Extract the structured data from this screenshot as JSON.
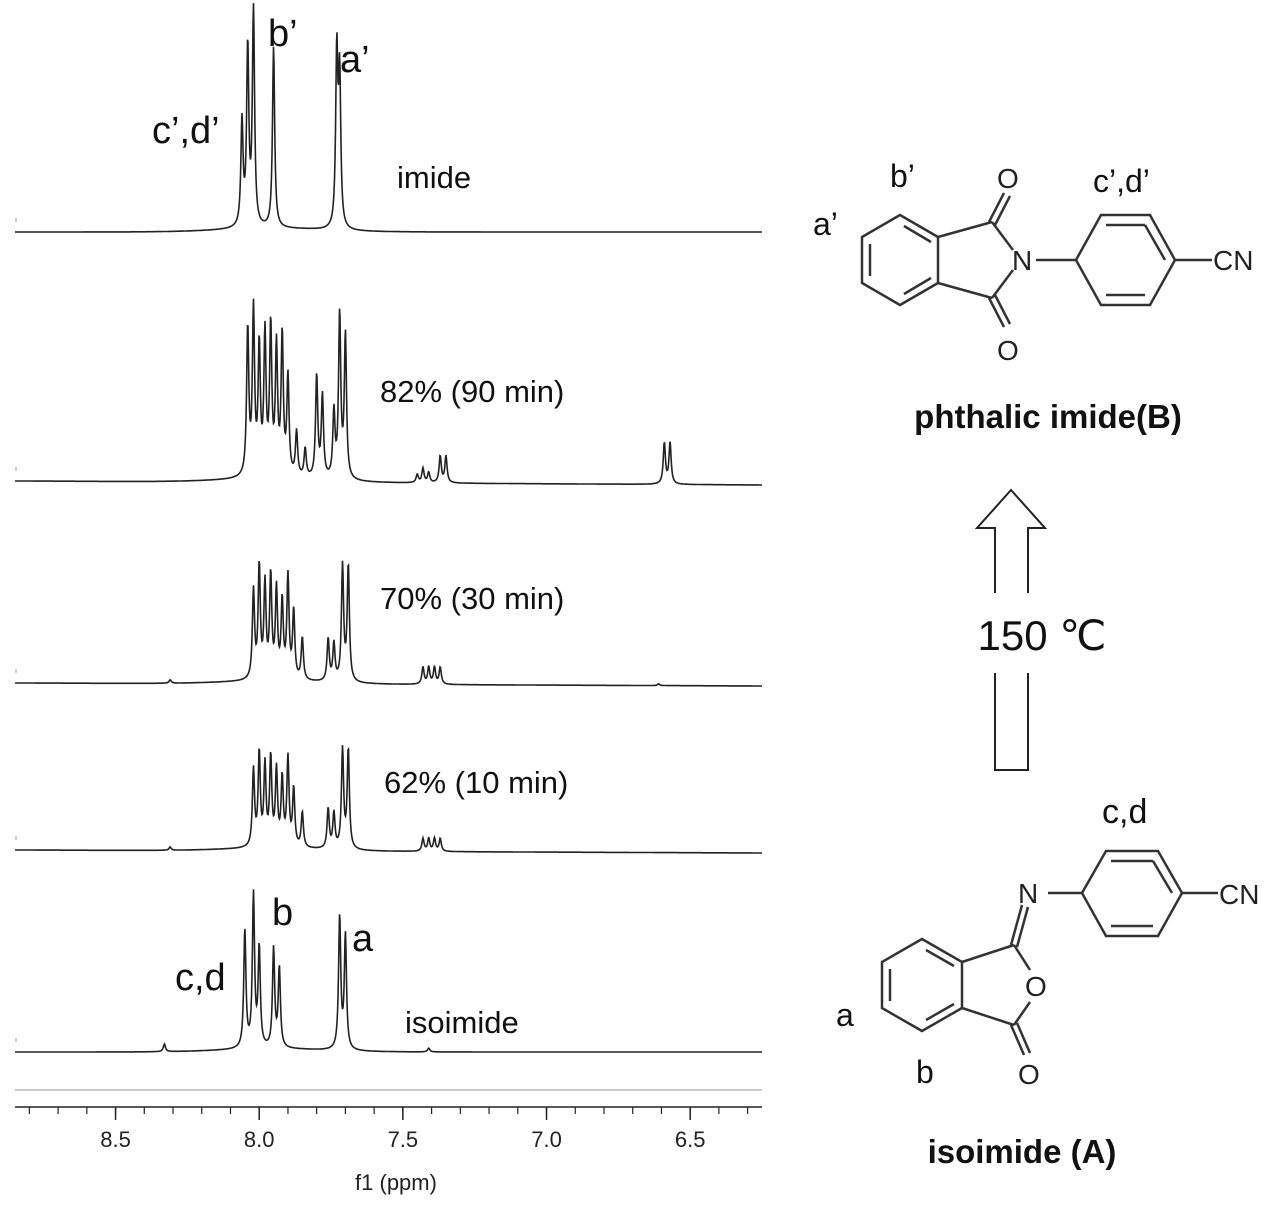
{
  "chart_data": {
    "type": "line",
    "xlabel": "f1 (ppm)",
    "xlim": [
      8.85,
      6.25
    ],
    "x_reversed": true,
    "x_ticks": [
      "8.5",
      "8.0",
      "7.5",
      "7.0",
      "6.5"
    ],
    "x_tick_values": [
      8.5,
      8.0,
      7.5,
      7.0,
      6.5
    ],
    "series": [
      {
        "name": "imide",
        "peaks": [
          [
            8.06,
            0.48
          ],
          [
            8.04,
            0.82
          ],
          [
            8.02,
            1.0
          ],
          [
            7.95,
            0.83
          ],
          [
            7.73,
            0.8
          ],
          [
            7.72,
            0.68
          ]
        ],
        "peak_labels": [
          {
            "text": "c’,d’",
            "x": 8.05
          },
          {
            "text": "b’",
            "x": 7.95
          },
          {
            "text": "a’",
            "x": 7.73
          }
        ]
      },
      {
        "name": "82% (90 min)",
        "peaks": [
          [
            8.04,
            0.72
          ],
          [
            8.02,
            0.8
          ],
          [
            8.0,
            0.62
          ],
          [
            7.98,
            0.68
          ],
          [
            7.96,
            0.72
          ],
          [
            7.94,
            0.62
          ],
          [
            7.92,
            0.68
          ],
          [
            7.9,
            0.48
          ],
          [
            7.87,
            0.22
          ],
          [
            7.84,
            0.14
          ],
          [
            7.8,
            0.5
          ],
          [
            7.78,
            0.4
          ],
          [
            7.74,
            0.32
          ],
          [
            7.72,
            0.8
          ],
          [
            7.7,
            0.7
          ],
          [
            7.45,
            0.04
          ],
          [
            7.43,
            0.07
          ],
          [
            7.41,
            0.05
          ],
          [
            7.37,
            0.13
          ],
          [
            7.35,
            0.13
          ],
          [
            6.59,
            0.2
          ],
          [
            6.57,
            0.2
          ]
        ]
      },
      {
        "name": "70% (30 min)",
        "peaks": [
          [
            8.02,
            0.52
          ],
          [
            8.0,
            0.66
          ],
          [
            7.98,
            0.55
          ],
          [
            7.96,
            0.6
          ],
          [
            7.94,
            0.52
          ],
          [
            7.92,
            0.45
          ],
          [
            7.9,
            0.6
          ],
          [
            7.88,
            0.4
          ],
          [
            7.85,
            0.25
          ],
          [
            7.76,
            0.25
          ],
          [
            7.74,
            0.22
          ],
          [
            7.71,
            0.68
          ],
          [
            7.69,
            0.68
          ],
          [
            7.43,
            0.1
          ],
          [
            7.41,
            0.1
          ],
          [
            7.39,
            0.1
          ],
          [
            7.37,
            0.1
          ],
          [
            8.31,
            0.02
          ],
          [
            6.61,
            0.01
          ]
        ]
      },
      {
        "name": "62% (10 min)",
        "peaks": [
          [
            8.02,
            0.48
          ],
          [
            8.0,
            0.58
          ],
          [
            7.98,
            0.5
          ],
          [
            7.96,
            0.55
          ],
          [
            7.94,
            0.47
          ],
          [
            7.92,
            0.42
          ],
          [
            7.9,
            0.55
          ],
          [
            7.88,
            0.36
          ],
          [
            7.85,
            0.22
          ],
          [
            7.76,
            0.25
          ],
          [
            7.74,
            0.22
          ],
          [
            7.71,
            0.62
          ],
          [
            7.69,
            0.62
          ],
          [
            7.43,
            0.08
          ],
          [
            7.41,
            0.08
          ],
          [
            7.39,
            0.08
          ],
          [
            7.37,
            0.08
          ],
          [
            8.31,
            0.02
          ]
        ]
      },
      {
        "name": "isoimide",
        "peaks": [
          [
            8.05,
            0.62
          ],
          [
            8.02,
            0.8
          ],
          [
            8.0,
            0.52
          ],
          [
            7.95,
            0.52
          ],
          [
            7.93,
            0.42
          ],
          [
            7.72,
            0.7
          ],
          [
            7.7,
            0.6
          ],
          [
            8.33,
            0.04
          ],
          [
            7.41,
            0.02
          ]
        ],
        "peak_labels": [
          {
            "text": "c,d",
            "x": 8.04
          },
          {
            "text": "b",
            "x": 7.95
          },
          {
            "text": "a",
            "x": 7.71
          }
        ]
      }
    ]
  },
  "scheme": {
    "product": {
      "caption": "phthalic imide(B)",
      "labels": {
        "a": "a’",
        "b": "b’",
        "cd": "c’,d’"
      },
      "atoms": {
        "o_top": "O",
        "o_bottom": "O",
        "n": "N",
        "cn": "CN"
      }
    },
    "reactant": {
      "caption": "isoimide (A)",
      "labels": {
        "a": "a",
        "b": "b",
        "cd": "c,d"
      },
      "atoms": {
        "o_ring": "O",
        "o_bottom": "O",
        "n": "N",
        "cn": "CN"
      }
    },
    "arrow_label": "150 ℃"
  }
}
